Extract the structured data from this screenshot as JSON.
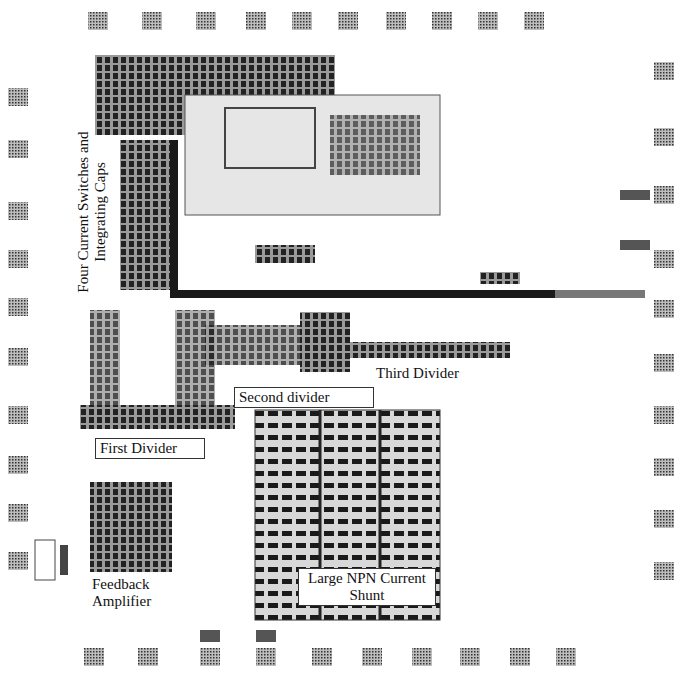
{
  "diagram": {
    "labels": [
      "Four Current Switches and Integrating Caps",
      "First Divider",
      "Second divider",
      "Third Divider",
      "Large NPN Current Shunt",
      "Feedback Amplifier"
    ]
  }
}
